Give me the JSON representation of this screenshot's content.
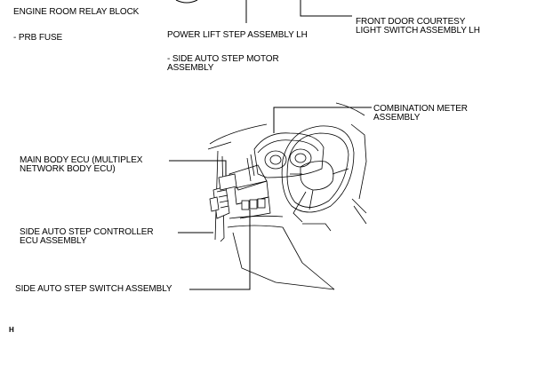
{
  "labels": {
    "engine_room_relay_block": "ENGINE ROOM RELAY BLOCK",
    "prb_fuse": "- PRB FUSE",
    "power_lift_step": "POWER LIFT STEP ASSEMBLY LH",
    "side_auto_step_motor": "- SIDE AUTO STEP MOTOR\nASSEMBLY",
    "front_door_courtesy": "FRONT DOOR COURTESY\nLIGHT SWITCH ASSEMBLY LH",
    "combination_meter": "COMBINATION METER\nASSEMBLY",
    "main_body_ecu": "MAIN BODY ECU (MULTIPLEX\nNETWORK BODY ECU)",
    "side_auto_step_controller": "SIDE AUTO STEP CONTROLLER\nECU ASSEMBLY",
    "side_auto_step_switch": "SIDE AUTO STEP SWITCH ASSEMBLY",
    "figure_code": "H"
  }
}
